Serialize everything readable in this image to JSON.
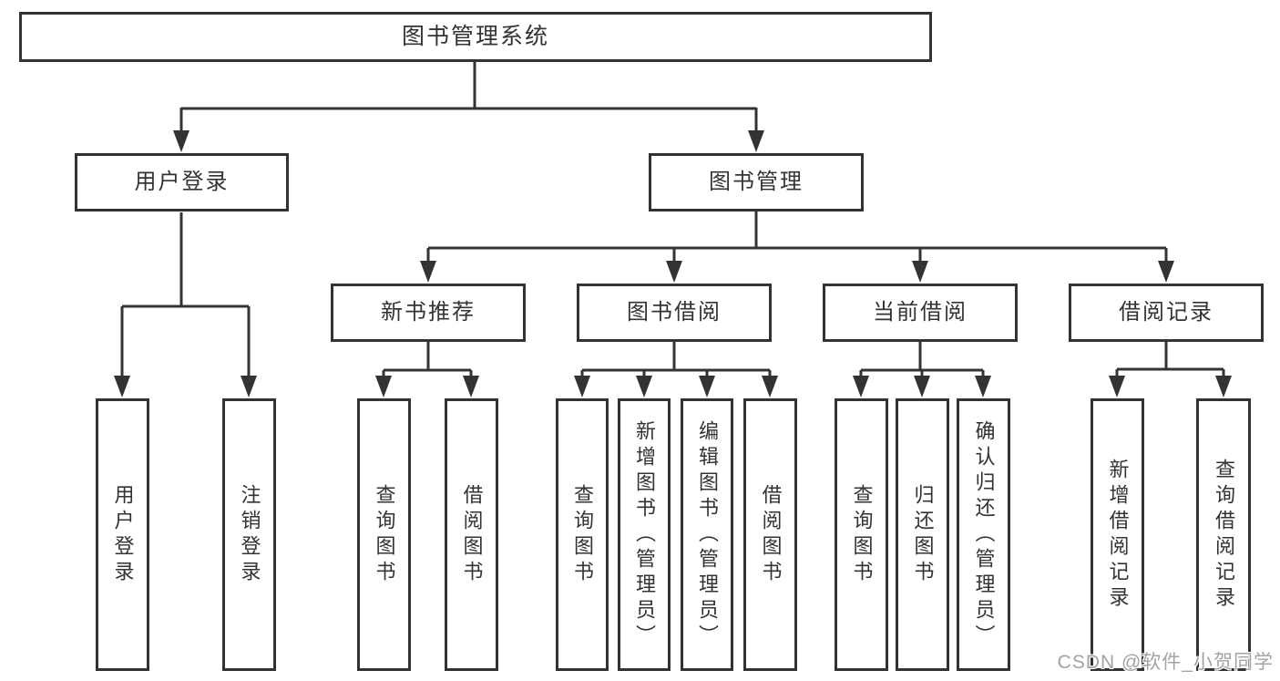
{
  "nodes": {
    "root": {
      "label": "图书管理系统"
    },
    "user_login": {
      "label": "用户登录"
    },
    "book_mgmt": {
      "label": "图书管理"
    },
    "new_books": {
      "label": "新书推荐"
    },
    "book_borrow": {
      "label": "图书借阅"
    },
    "current_borrow": {
      "label": "当前借阅"
    },
    "borrow_records": {
      "label": "借阅记录"
    },
    "leaf_user_login": {
      "label": "用户登录"
    },
    "leaf_logout": {
      "label": "注销登录"
    },
    "leaf_nb_query": {
      "label": "查询图书"
    },
    "leaf_nb_borrow": {
      "label": "借阅图书"
    },
    "leaf_bw_query": {
      "label": "查询图书"
    },
    "leaf_bw_add": {
      "label": "新增图书（管理员）"
    },
    "leaf_bw_edit": {
      "label": "编辑图书（管理员）"
    },
    "leaf_bw_borrow": {
      "label": "借阅图书"
    },
    "leaf_cb_query": {
      "label": "查询图书"
    },
    "leaf_cb_return": {
      "label": "归还图书"
    },
    "leaf_cb_confirm": {
      "label": "确认归还（管理员）"
    },
    "leaf_br_add": {
      "label": "新增借阅记录"
    },
    "leaf_br_query": {
      "label": "查询借阅记录"
    }
  },
  "watermark": "CSDN @软件_小贺同学",
  "colors": {
    "line": "#333333",
    "text": "#333333",
    "background": "#ffffff",
    "watermark": "#a3a3a3"
  }
}
